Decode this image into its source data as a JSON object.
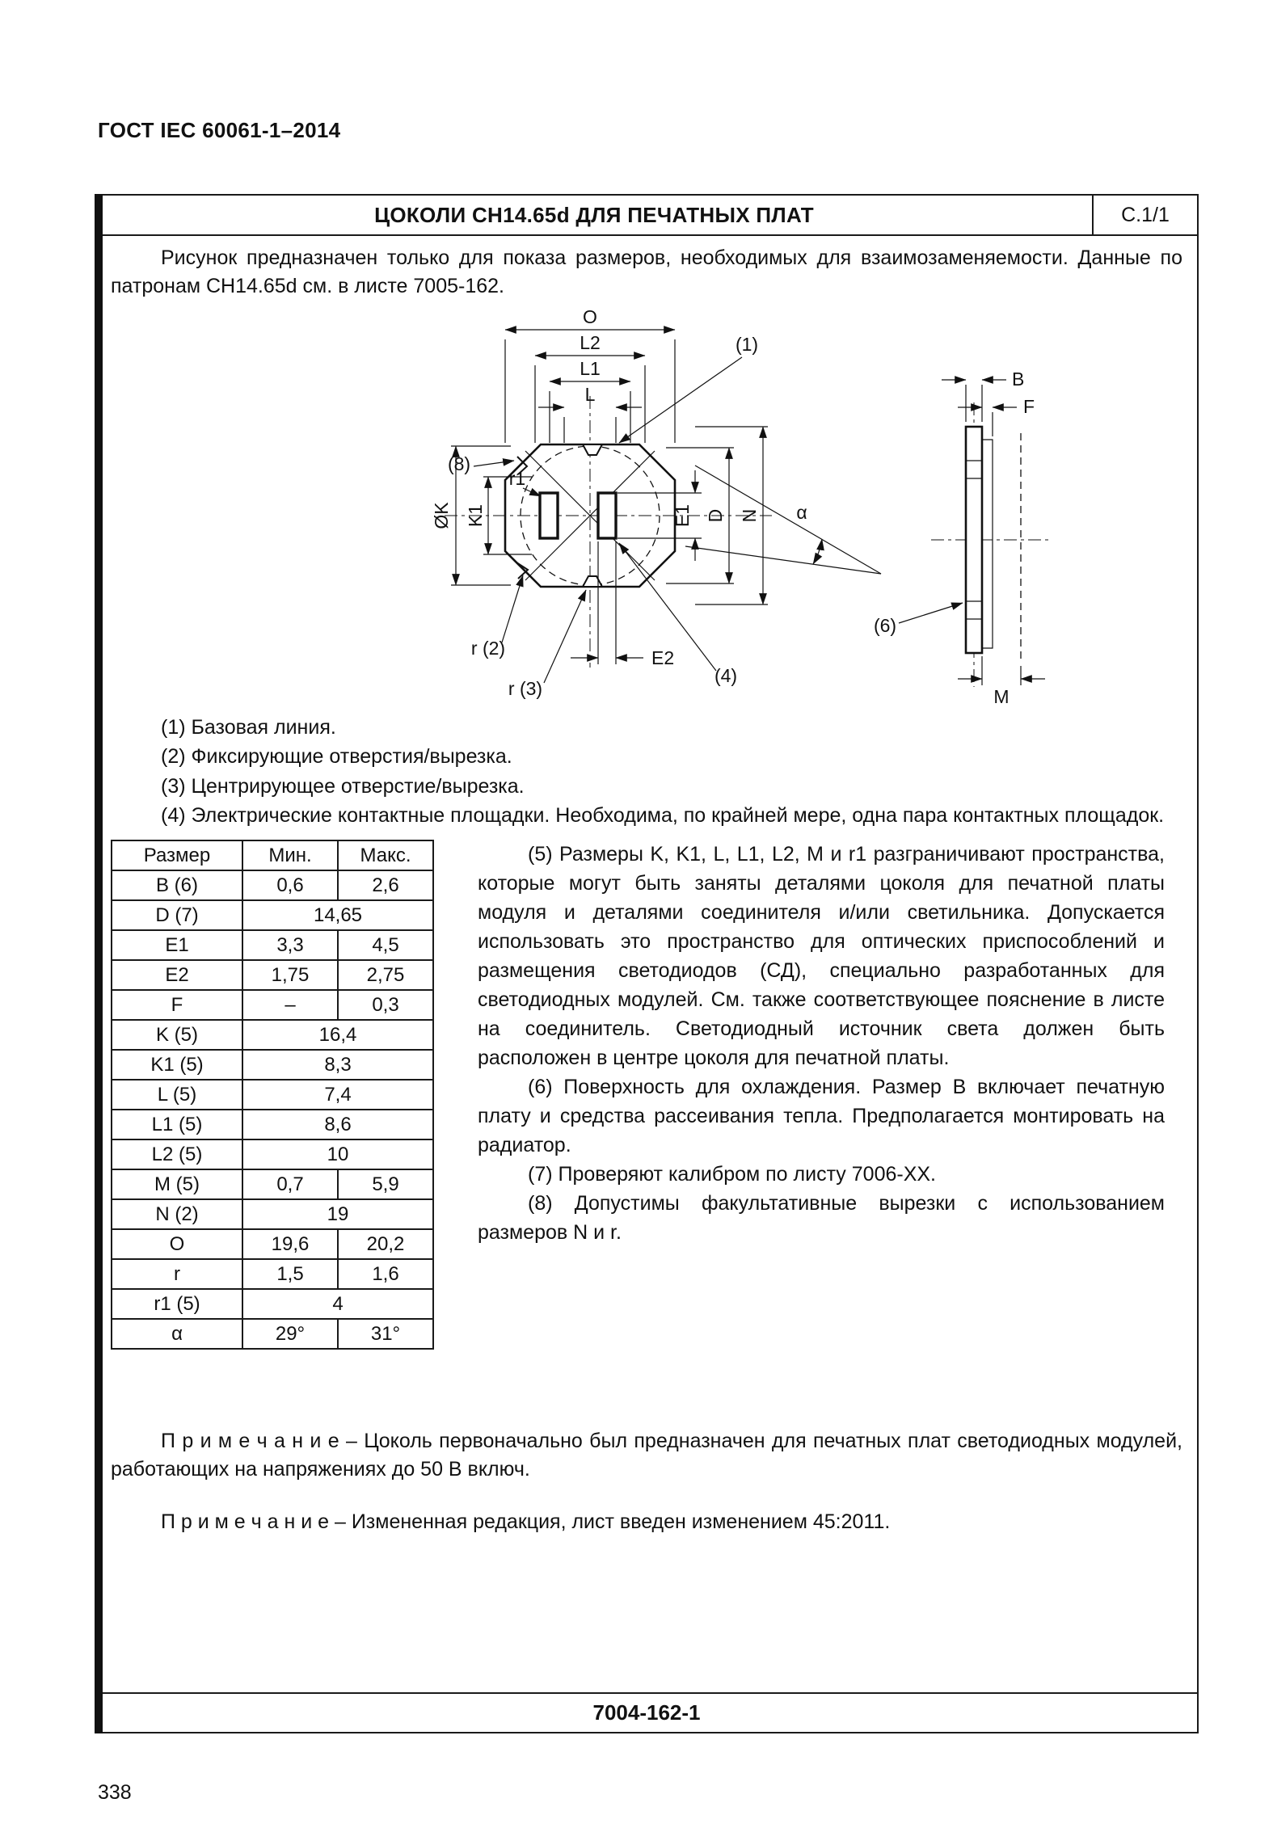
{
  "page": {
    "doc_header": "ГОСТ IEC 60061-1–2014",
    "page_number": "338"
  },
  "sheet": {
    "title": "ЦОКОЛИ CH14.65d ДЛЯ ПЕЧАТНЫХ ПЛАТ",
    "ref": "С.1/1",
    "intro": "Рисунок предназначен только для показа размеров, необходимых для взаимозаменяемости. Данные по патронам CH14.65d см. в листе 7005-162.",
    "footer_ref": "7004-162-1"
  },
  "drawing": {
    "labels": {
      "o": "O",
      "l2": "L2",
      "l1": "L1",
      "l": "L",
      "c1": "(1)",
      "c8": "(8)",
      "ok": "ØK",
      "k1": "K1",
      "r1": "r1",
      "e1": "E1",
      "d": "D",
      "n": "N",
      "alpha": "α",
      "e2": "E2",
      "c4": "(4)",
      "r2": "r (2)",
      "r3": "r (3)",
      "b": "B",
      "f": "F",
      "m": "M",
      "c6": "(6)"
    }
  },
  "numbered_notes": [
    "(1) Базовая линия.",
    "(2) Фиксирующие отверстия/вырезка.",
    "(3) Центрирующее отверстие/вырезка.",
    "(4) Электрические контактные площадки. Необходима, по крайней мере, одна пара контактных площадок."
  ],
  "table": {
    "headers": [
      "Размер",
      "Мин.",
      "Макс."
    ],
    "rows": [
      {
        "name": "B (6)",
        "min": "0,6",
        "max": "2,6"
      },
      {
        "name": "D (7)",
        "value": "14,65"
      },
      {
        "name": "E1",
        "min": "3,3",
        "max": "4,5"
      },
      {
        "name": "E2",
        "min": "1,75",
        "max": "2,75"
      },
      {
        "name": "F",
        "min": "–",
        "max": "0,3"
      },
      {
        "name": "K (5)",
        "value": "16,4"
      },
      {
        "name": "K1 (5)",
        "value": "8,3"
      },
      {
        "name": "L (5)",
        "value": "7,4"
      },
      {
        "name": "L1 (5)",
        "value": "8,6"
      },
      {
        "name": "L2 (5)",
        "value": "10"
      },
      {
        "name": "M (5)",
        "min": "0,7",
        "max": "5,9"
      },
      {
        "name": "N (2)",
        "value": "19"
      },
      {
        "name": "O",
        "min": "19,6",
        "max": "20,2"
      },
      {
        "name": "r",
        "min": "1,5",
        "max": "1,6"
      },
      {
        "name": "r1 (5)",
        "value": "4"
      },
      {
        "name": "α",
        "min": "29°",
        "max": "31°"
      }
    ]
  },
  "side_notes": [
    "(5) Размеры K, K1, L, L1, L2, M и r1 разграничивают пространства, которые могут быть заняты деталями цоколя для печатной платы модуля и деталями соединителя и/или светильника. Допускается использовать это пространство для оптических приспособлений и размещения светодиодов (СД), специально разработанных для светодиодных модулей. См. также соответствующее пояснение в листе на соединитель. Светодиодный источник света должен быть расположен в центре цоколя для печатной платы.",
    "(6) Поверхность для охлаждения. Размер B включает печатную плату и средства рассеивания тепла. Предполагается монтировать на радиатор.",
    "(7) Проверяют калибром по листу 7006-XX.",
    "(8) Допустимы факультативные вырезки с использованием размеров N и r."
  ],
  "remarks": [
    "П р и м е ч а н и е  – Цоколь первоначально был предназначен для печатных плат светодиодных модулей, работающих на напряжениях до 50 В включ.",
    "П р и м е ч а н и е – Измененная редакция, лист введен изменением 45:2011."
  ]
}
